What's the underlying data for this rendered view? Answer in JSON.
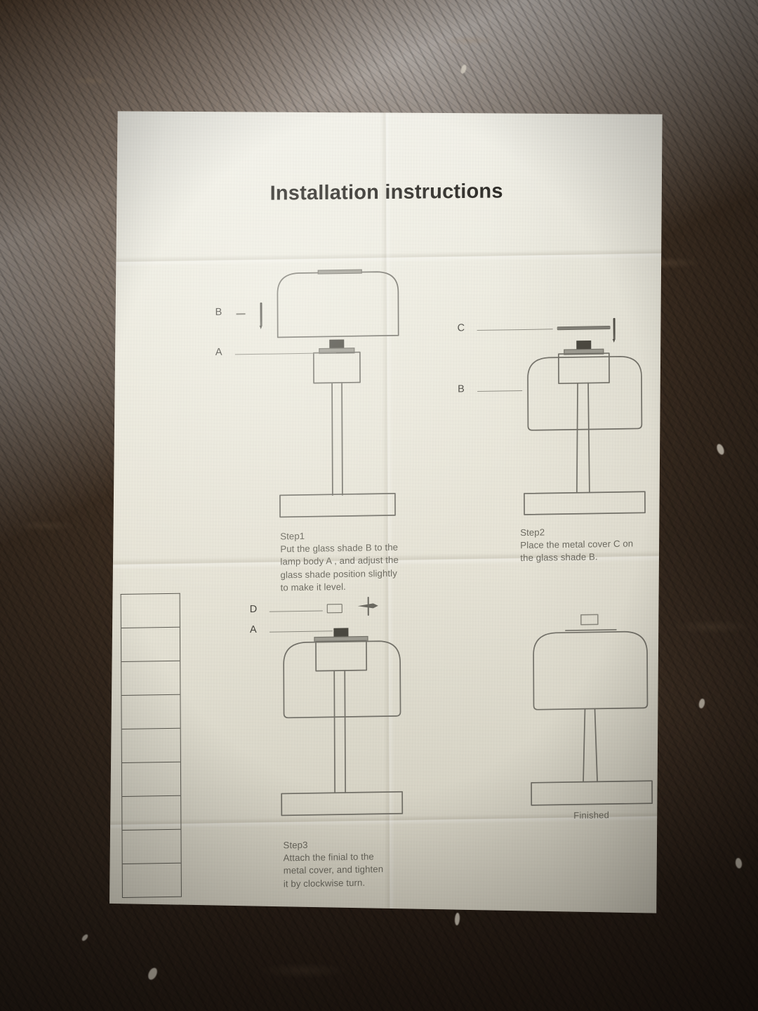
{
  "document": {
    "title": "Installation instructions",
    "finished_label": "Finished"
  },
  "steps": [
    {
      "id": "step1",
      "heading": "Step1",
      "body": "Put the glass shade B to the\nlamp body A , and adjust the\nglass shade position slightly\nto make it level.",
      "callouts": [
        {
          "label": "B",
          "target": "glass-shade"
        },
        {
          "label": "A",
          "target": "lamp-body"
        }
      ]
    },
    {
      "id": "step2",
      "heading": "Step2",
      "body": "Place the metal cover C on\nthe glass shade B.",
      "callouts": [
        {
          "label": "C",
          "target": "metal-cover"
        },
        {
          "label": "B",
          "target": "glass-shade"
        }
      ]
    },
    {
      "id": "step3",
      "heading": "Step3",
      "body": "Attach the finial to the\nmetal cover, and tighten\nit by clockwise turn.",
      "callouts": [
        {
          "label": "D",
          "target": "finial"
        },
        {
          "label": "A",
          "target": "lamp-body"
        }
      ]
    },
    {
      "id": "step4",
      "heading": "",
      "body": "",
      "callouts": []
    }
  ],
  "spec_table": {
    "row_count": 9,
    "rows": [
      "",
      "",
      "",
      "",
      "",
      "",
      "",
      "",
      ""
    ]
  },
  "colors": {
    "background": "#2e231a",
    "paper": "#ebe9dd",
    "ink_title": "#23211d",
    "ink_body": "#6c6a60",
    "line": "#74726a"
  }
}
